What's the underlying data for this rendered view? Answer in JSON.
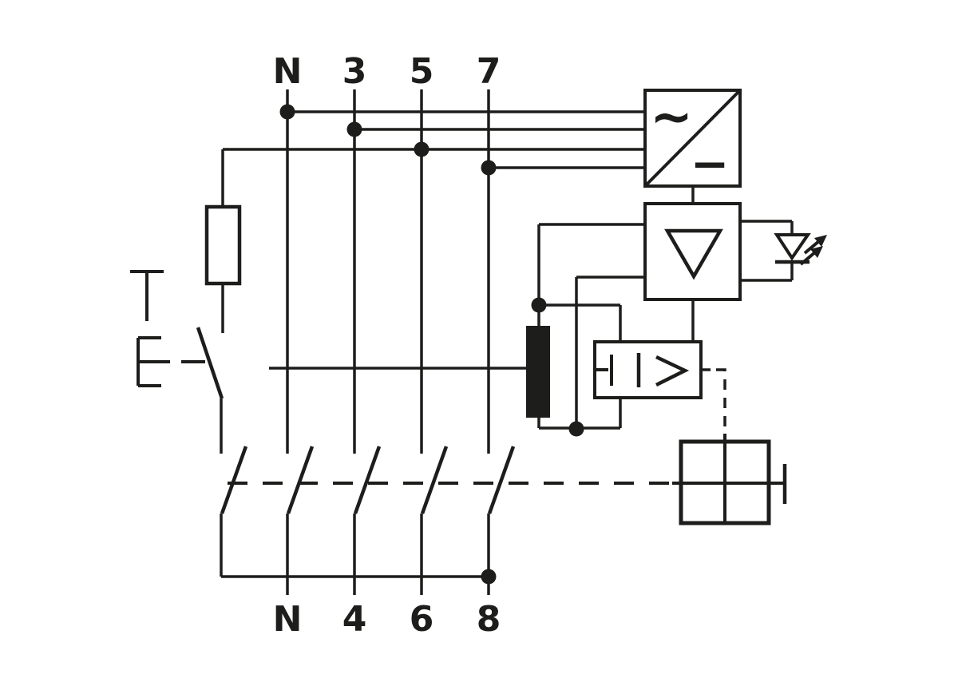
{
  "canvas": {
    "background": "#ffffff",
    "line_color": "#1d1d1b"
  },
  "diagram_type": "electrical-schematic",
  "terminals": {
    "top": [
      "N",
      "3",
      "5",
      "7"
    ],
    "bottom": [
      "N",
      "4",
      "6",
      "8"
    ]
  },
  "rectifier": {
    "ac_glyph": "~",
    "dc_glyph": "−"
  },
  "symbols": [
    {
      "name": "test-button-actuator",
      "glyph": "push-button"
    },
    {
      "name": "test-resistor",
      "glyph": "rectangle"
    },
    {
      "name": "test-contact",
      "glyph": "open-switch"
    },
    {
      "name": "current-transformer-core",
      "glyph": "filled-bar"
    },
    {
      "name": "ac-dc-rectifier",
      "glyph": "square-with-diagonal"
    },
    {
      "name": "amplifier",
      "glyph": "inverted-triangle-in-square"
    },
    {
      "name": "led-indicator",
      "glyph": "led-with-emission-arrows"
    },
    {
      "name": "current-threshold-relay",
      "glyph": "bar-bar-chevron-box"
    },
    {
      "name": "switch-mechanism",
      "glyph": "four-quadrant-square"
    },
    {
      "name": "main-contacts",
      "glyph": "five-pole-switch-blades"
    },
    {
      "name": "mechanical-linkage",
      "glyph": "dashed-line"
    }
  ]
}
